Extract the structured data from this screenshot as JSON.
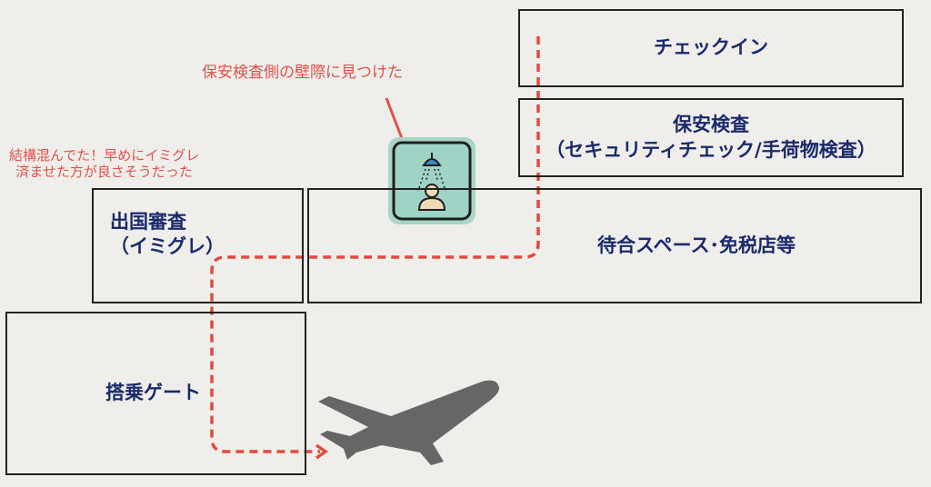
{
  "areas": {
    "checkin": "チェックイン",
    "security_line1": "保安検査",
    "security_line2": "（セキュリティチェック/手荷物検査）",
    "emigration_line1": "出国審査",
    "emigration_line2": "（イミグレ）",
    "waiting": "待合スペース･免税店等",
    "gate": "搭乗ゲート"
  },
  "notes": {
    "shower_note": "保安検査側の壁際に見つけた",
    "crowd_note_line1": "結構混んでた！早めにイミグレ",
    "crowd_note_line2": "済ませた方が良さそうだった"
  },
  "icons": [
    "shower-icon",
    "airplane-icon"
  ],
  "colors": {
    "route": "#e34a3e",
    "text": "#1b2a6b",
    "icon_bg": "#a8d5c8",
    "plane": "#666666"
  }
}
